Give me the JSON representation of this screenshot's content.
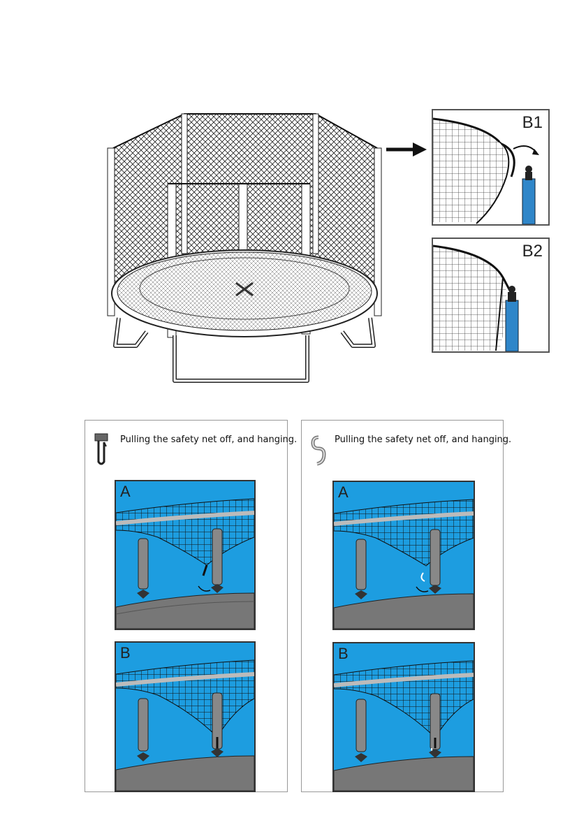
{
  "detail_panels": [
    {
      "label": "B1"
    },
    {
      "label": "B2"
    }
  ],
  "cards": [
    {
      "icon": "hook-icon",
      "caption": "Pulling the safety net off, and hanging.",
      "steps": [
        {
          "label": "A"
        },
        {
          "label": "B"
        }
      ]
    },
    {
      "icon": "s-hook-icon",
      "caption": "Pulling the safety net off, and hanging.",
      "steps": [
        {
          "label": "A"
        },
        {
          "label": "B"
        }
      ]
    }
  ],
  "colors": {
    "pole_blue": "#2f86c9",
    "pad_blue": "#1d9de0",
    "frame_gray": "#8c8c8c"
  }
}
